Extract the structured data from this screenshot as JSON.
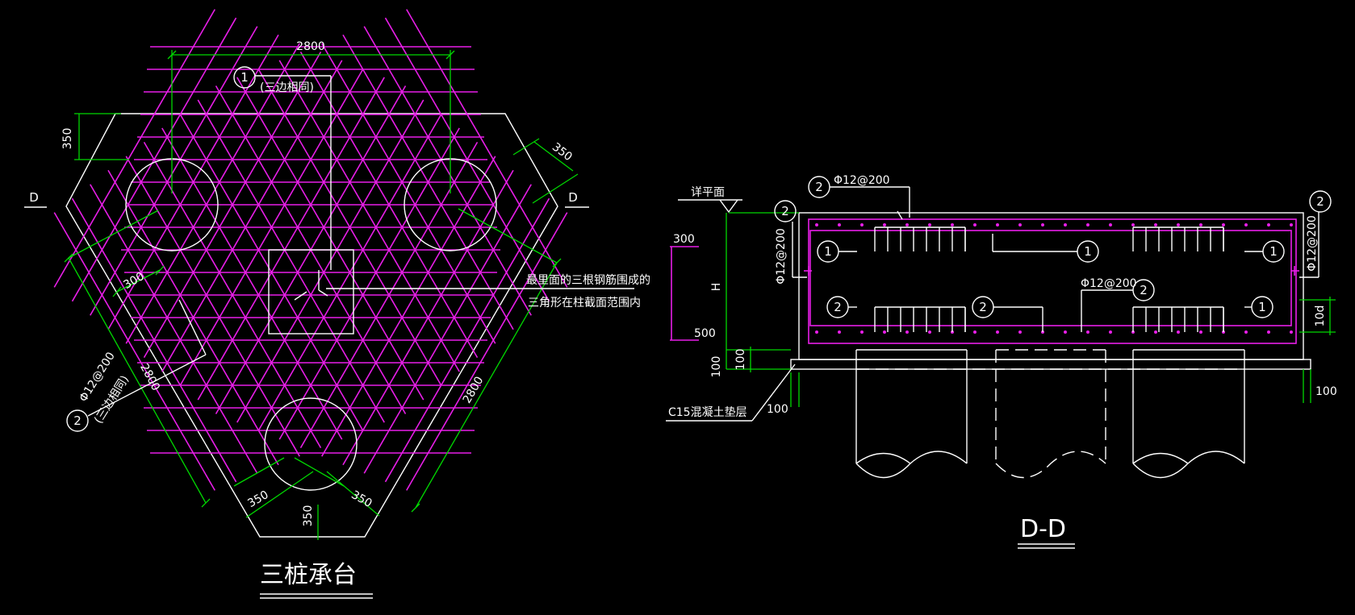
{
  "plan": {
    "title": "三桩承台",
    "section_mark": "D",
    "dim_top": "2800",
    "dim_left": "2800",
    "dim_right": "2800",
    "dim_350_a": "350",
    "dim_350_b": "350",
    "dim_350_c": "350",
    "dim_350_d": "350",
    "dim_350_e": "350",
    "dim_300": "300",
    "tag1_no": "1",
    "tag1_note": "(三边相同)",
    "tag2_no": "2",
    "tag2_spec": "Φ12@200",
    "tag2_note": "(三边相同)",
    "note_line1": "最里面的三根钢筋围成的",
    "note_line2": "三角形在柱截面范围内"
  },
  "section": {
    "title": "D-D",
    "elev_label": "详平面",
    "spec_top": "Φ12@200",
    "spec_mid": "Φ12@200",
    "spec_left": "Φ12@200",
    "spec_right": "Φ12@200",
    "dim_300": "300",
    "dim_500": "500",
    "dim_H": "H",
    "dim_100_a": "100",
    "dim_100_b": "100",
    "dim_100_c": "100",
    "dim_100_d": "100",
    "dim_10d": "10d",
    "cushion": "C15混凝土垫层",
    "n1": "1",
    "n2": "2"
  },
  "colors": {
    "background": "#000000",
    "outline": "#ffffff",
    "rebar": "#e81ee8",
    "dimension": "#00d800"
  }
}
